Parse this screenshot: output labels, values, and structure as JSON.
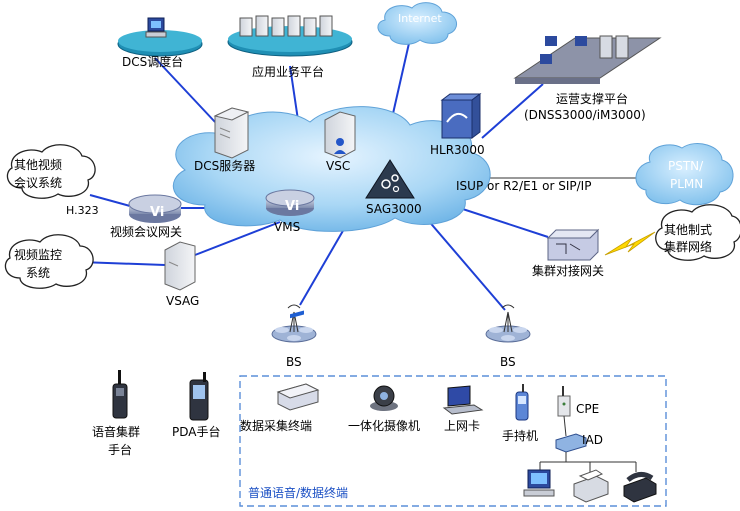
{
  "labels": {
    "dcs_console": "DCS调度台",
    "app_platform": "应用业务平台",
    "internet": "Internet",
    "oss_title": "运营支撑平台",
    "oss_sub": "(DNSS3000/iM3000)",
    "dcs_server": "DCS服务器",
    "vsc": "VSC",
    "hlr": "HLR3000",
    "sag": "SAG3000",
    "interfaces": "ISUP or R2/E1 or SIP/IP",
    "pstn_1": "PSTN/",
    "pstn_2": "PLMN",
    "other_video_1": "其他视频",
    "other_video_2": "会议系统",
    "h323": "H.323",
    "video_gw": "视频会议网关",
    "vms": "VMS",
    "other_trunk_1": "其他制式",
    "other_trunk_2": "集群网络",
    "video_mon_1": "视频监控",
    "video_mon_2": "系统",
    "vsag": "VSAG",
    "trunk_gw": "集群对接网关",
    "bs_left": "BS",
    "bs_right": "BS",
    "voice_handset_1": "语音集群",
    "voice_handset_2": "手台",
    "pda_handset": "PDA手台",
    "data_terminal": "数据采集终端",
    "camera": "一体化摄像机",
    "net_card": "上网卡",
    "handheld": "手持机",
    "cpe": "CPE",
    "iad": "IAD",
    "terminal_box": "普通语音/数据终端"
  },
  "colors": {
    "link": "#1e3fd6",
    "cloud_fill": "#9fd0f2",
    "cloud_edge": "#4a8ed0",
    "terminal_box": "#5b8fd8"
  },
  "icons": [
    "computer-icon",
    "server-icon",
    "router-icon",
    "triangle-switch-icon",
    "antenna-icon",
    "phone-icon",
    "printer-icon",
    "camera-icon",
    "laptop-icon",
    "handset-icon",
    "pda-icon"
  ]
}
